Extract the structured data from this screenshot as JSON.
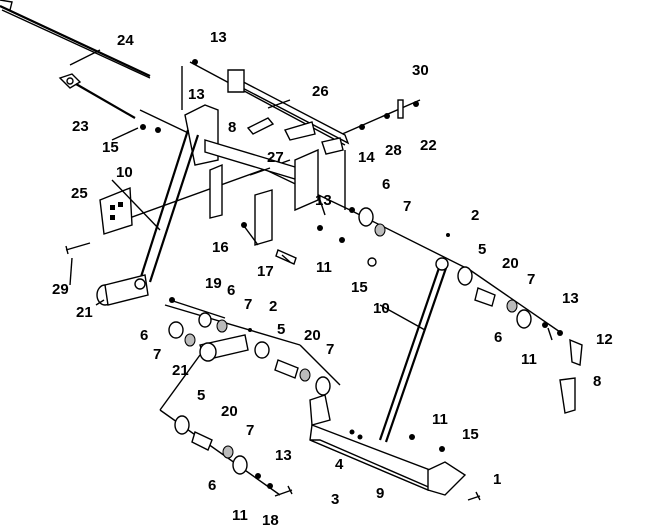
{
  "diagram": {
    "callouts": [
      {
        "id": "c24a",
        "text": "24"
      },
      {
        "id": "c13a",
        "text": "13"
      },
      {
        "id": "c13b",
        "text": "13"
      },
      {
        "id": "c30",
        "text": "30"
      },
      {
        "id": "c26",
        "text": "26"
      },
      {
        "id": "c8a",
        "text": "8"
      },
      {
        "id": "c23",
        "text": "23"
      },
      {
        "id": "c15a",
        "text": "15"
      },
      {
        "id": "c14",
        "text": "14"
      },
      {
        "id": "c28",
        "text": "28"
      },
      {
        "id": "c22",
        "text": "22"
      },
      {
        "id": "c10a",
        "text": "10"
      },
      {
        "id": "c27",
        "text": "27"
      },
      {
        "id": "c6a",
        "text": "6"
      },
      {
        "id": "c25",
        "text": "25"
      },
      {
        "id": "c13c",
        "text": "13"
      },
      {
        "id": "c7a",
        "text": "7"
      },
      {
        "id": "c2a",
        "text": "2"
      },
      {
        "id": "c16",
        "text": "16"
      },
      {
        "id": "c11a",
        "text": "11"
      },
      {
        "id": "c5a",
        "text": "5"
      },
      {
        "id": "c17",
        "text": "17"
      },
      {
        "id": "c20a",
        "text": "20"
      },
      {
        "id": "c29",
        "text": "29"
      },
      {
        "id": "c15b",
        "text": "15"
      },
      {
        "id": "c7b",
        "text": "7"
      },
      {
        "id": "c19",
        "text": "19"
      },
      {
        "id": "c10b",
        "text": "10"
      },
      {
        "id": "c13d",
        "text": "13"
      },
      {
        "id": "c21a",
        "text": "21"
      },
      {
        "id": "c6b",
        "text": "6"
      },
      {
        "id": "c7c",
        "text": "7"
      },
      {
        "id": "c2b",
        "text": "2"
      },
      {
        "id": "c12",
        "text": "12"
      },
      {
        "id": "c6c",
        "text": "6"
      },
      {
        "id": "c11b",
        "text": "11"
      },
      {
        "id": "c5b",
        "text": "5"
      },
      {
        "id": "c20b",
        "text": "20"
      },
      {
        "id": "c7d",
        "text": "7"
      },
      {
        "id": "c7e",
        "text": "7"
      },
      {
        "id": "c21b",
        "text": "21"
      },
      {
        "id": "c6d",
        "text": "6"
      },
      {
        "id": "c8b",
        "text": "8"
      },
      {
        "id": "c5c",
        "text": "5"
      },
      {
        "id": "c20c",
        "text": "20"
      },
      {
        "id": "c11c",
        "text": "11"
      },
      {
        "id": "c15c",
        "text": "15"
      },
      {
        "id": "c7f",
        "text": "7"
      },
      {
        "id": "c4",
        "text": "4"
      },
      {
        "id": "c6e",
        "text": "6"
      },
      {
        "id": "c13e",
        "text": "13"
      },
      {
        "id": "c1",
        "text": "1"
      },
      {
        "id": "c9",
        "text": "9"
      },
      {
        "id": "c3",
        "text": "3"
      },
      {
        "id": "c11d",
        "text": "11"
      },
      {
        "id": "c18",
        "text": "18"
      }
    ]
  }
}
